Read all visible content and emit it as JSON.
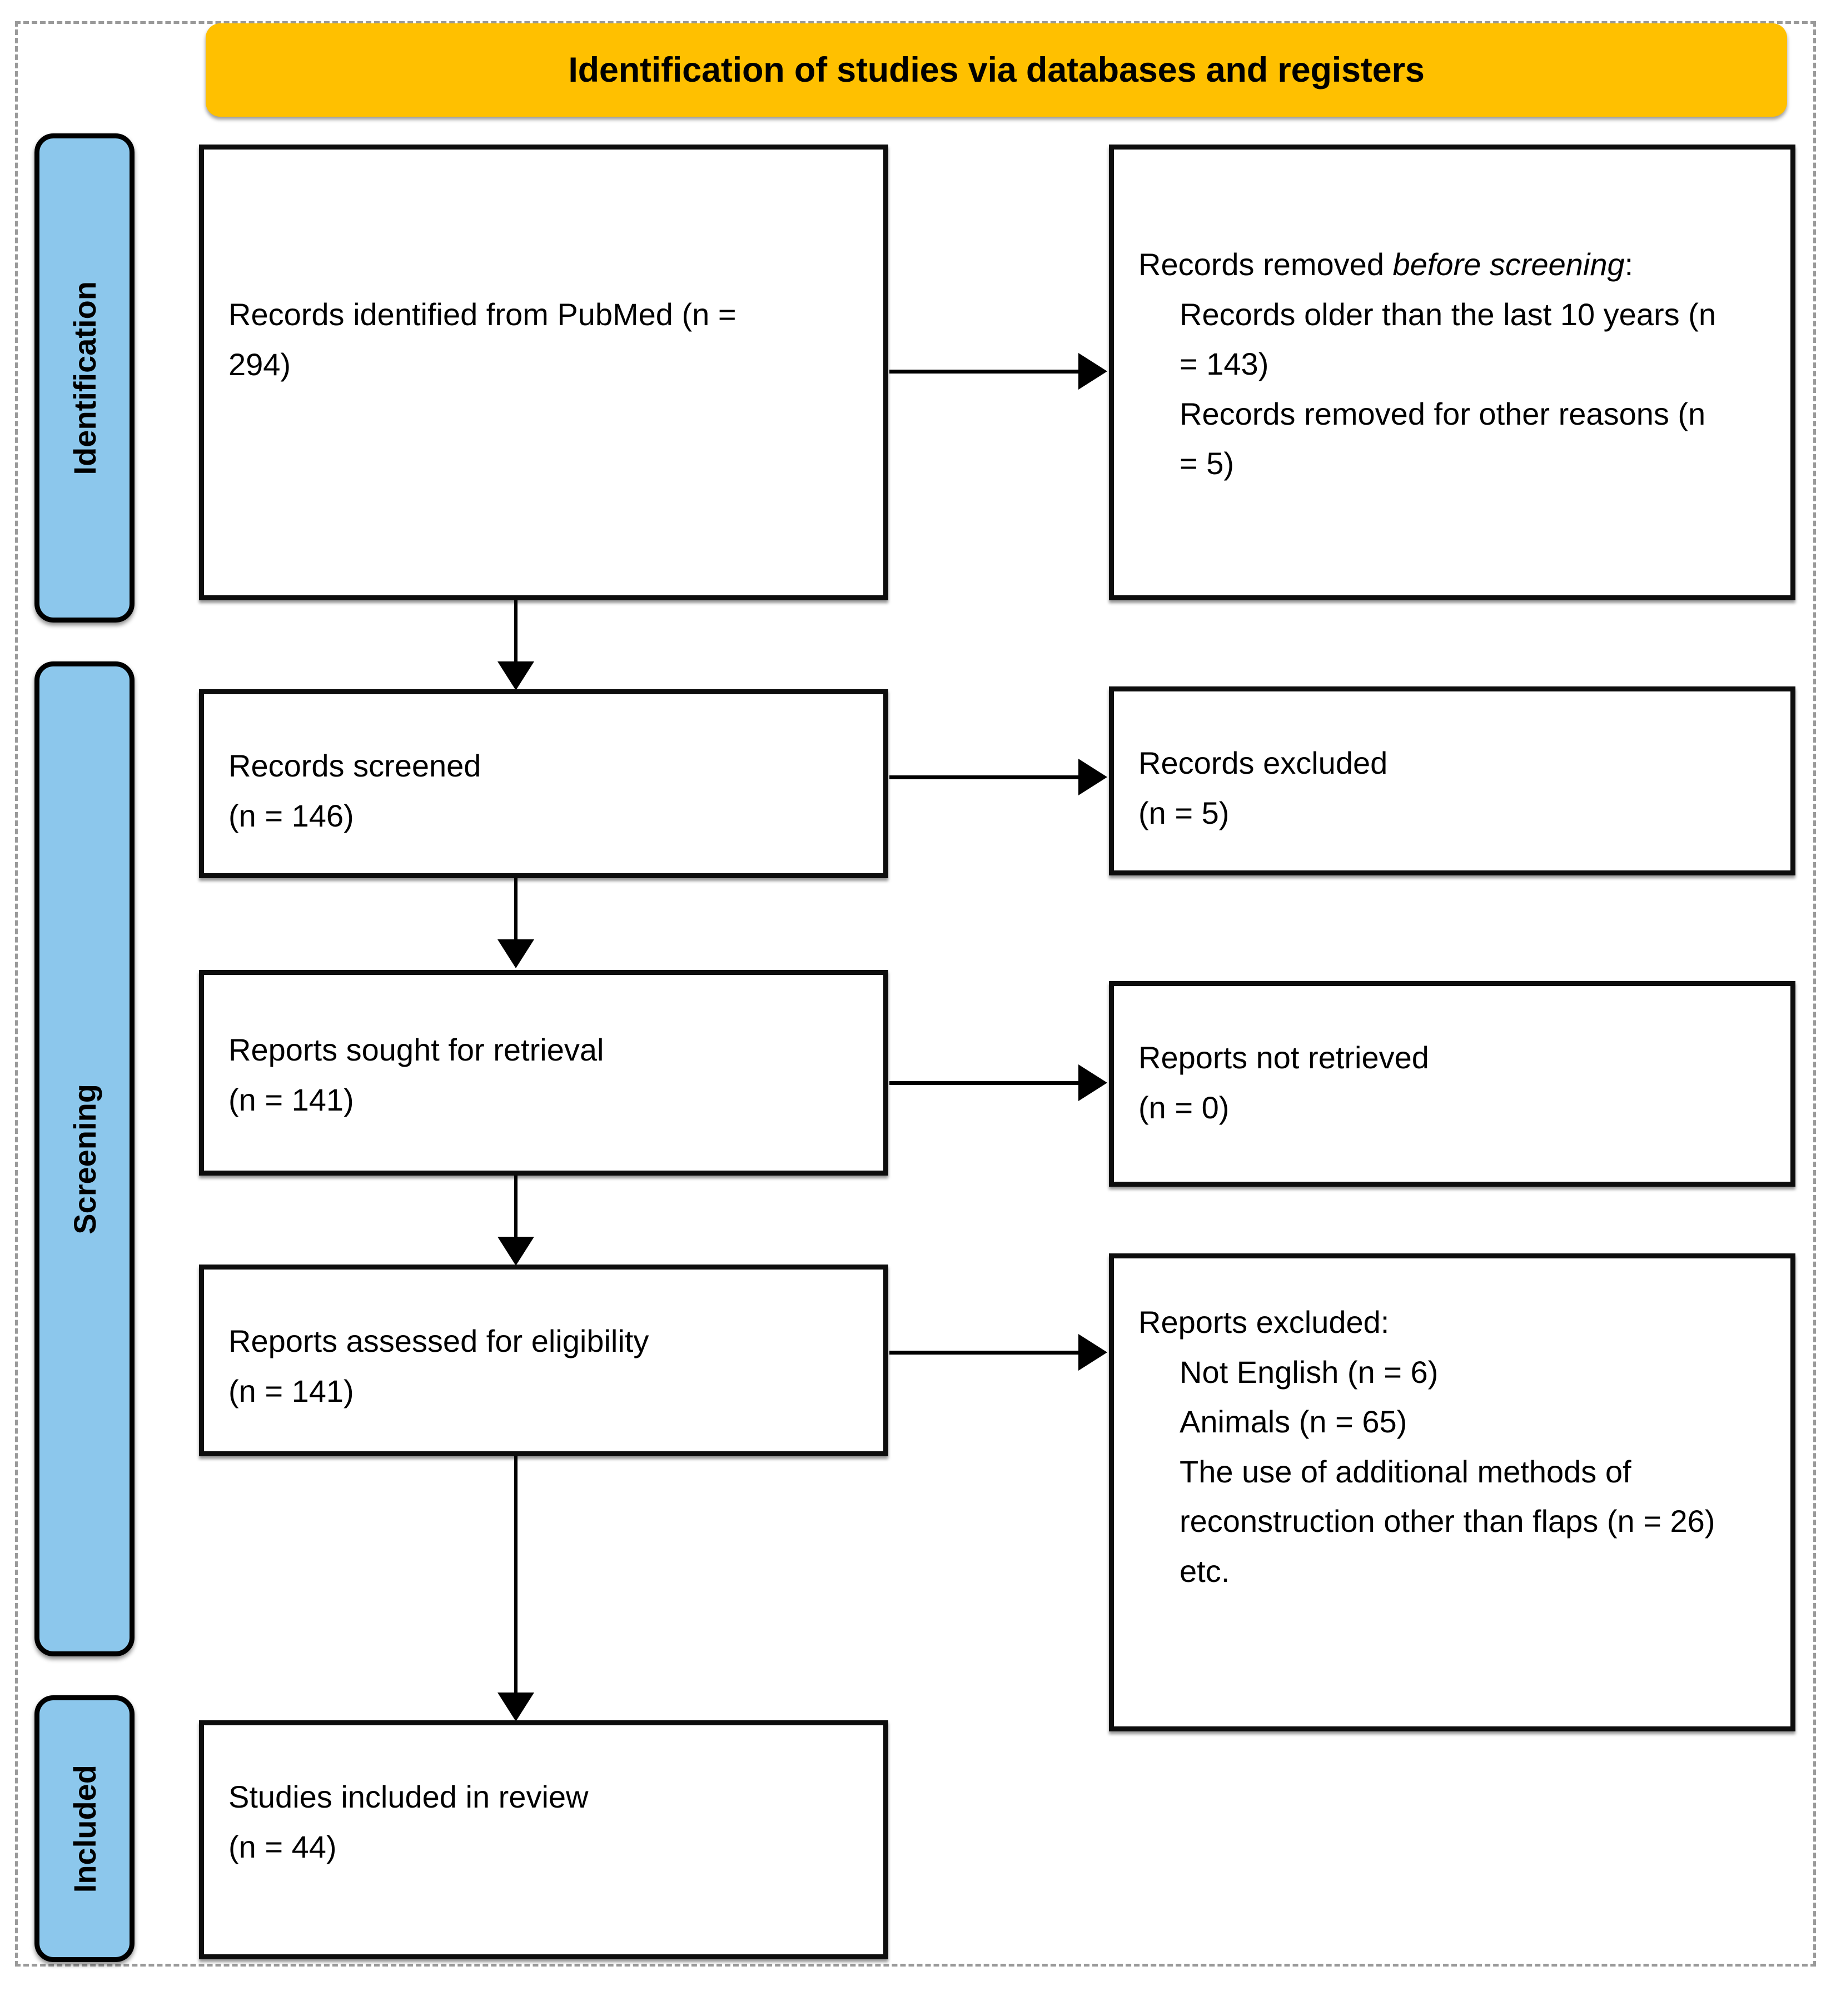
{
  "banner": {
    "title": "Identification of studies via databases and registers"
  },
  "stages": [
    {
      "key": "identification",
      "label": "Identification"
    },
    {
      "key": "screening",
      "label": "Screening"
    },
    {
      "key": "included",
      "label": "Included"
    }
  ],
  "boxes": {
    "identified": {
      "line1": "Records identified from PubMed  (n =",
      "line2": "294)"
    },
    "removed_before_screening": {
      "heading_plain": "Records removed ",
      "heading_italic": "before screening",
      "heading_colon": ":",
      "item1_line1": "Records older than the last 10 years (n",
      "item1_line2": "= 143)",
      "item2_line1": "Records removed for other reasons (n",
      "item2_line2": "= 5)"
    },
    "records_screened": {
      "line1": "Records screened",
      "line2": "(n = 146)"
    },
    "records_excluded": {
      "line1": "Records excluded",
      "line2": "(n = 5)"
    },
    "reports_sought": {
      "line1": "Reports sought for retrieval",
      "line2": "(n = 141)"
    },
    "reports_not_retrieved": {
      "line1": "Reports not retrieved",
      "line2": "(n = 0)"
    },
    "reports_assessed": {
      "line1": "Reports assessed  for eligibility",
      "line2": "(n = 141)"
    },
    "reports_excluded": {
      "heading": "Reports excluded:",
      "item1": "Not English (n = 6)",
      "item2": "Animals (n = 65)",
      "item3_line1": "The use of additional methods of",
      "item3_line2": "reconstruction other than flaps (n = 26)",
      "item4": "etc."
    },
    "studies_included": {
      "line1": "Studies included in review",
      "line2": "(n = 44)"
    }
  },
  "colors": {
    "banner_fill": "#FFC000",
    "stage_fill": "#8CC7EC",
    "box_border": "#0D0D0D",
    "frame_border": "#9A9A9A"
  },
  "chart_data": {
    "type": "flowchart",
    "title": "Identification of studies via databases and registers",
    "stages": [
      "Identification",
      "Screening",
      "Included"
    ],
    "nodes": [
      {
        "id": "identified",
        "stage": "Identification",
        "label": "Records identified from PubMed",
        "n": 294
      },
      {
        "id": "removed_before_screening",
        "stage": "Identification",
        "label": "Records removed before screening",
        "children": [
          {
            "label": "Records older than the last 10 years",
            "n": 143
          },
          {
            "label": "Records removed for other reasons",
            "n": 5
          }
        ]
      },
      {
        "id": "records_screened",
        "stage": "Screening",
        "label": "Records screened",
        "n": 146
      },
      {
        "id": "records_excluded",
        "stage": "Screening",
        "label": "Records excluded",
        "n": 5
      },
      {
        "id": "reports_sought",
        "stage": "Screening",
        "label": "Reports sought for retrieval",
        "n": 141
      },
      {
        "id": "reports_not_retrieved",
        "stage": "Screening",
        "label": "Reports not retrieved",
        "n": 0
      },
      {
        "id": "reports_assessed",
        "stage": "Screening",
        "label": "Reports assessed for eligibility",
        "n": 141
      },
      {
        "id": "reports_excluded",
        "stage": "Screening",
        "label": "Reports excluded",
        "children": [
          {
            "label": "Not English",
            "n": 6
          },
          {
            "label": "Animals",
            "n": 65
          },
          {
            "label": "The use of additional methods of reconstruction other than flaps",
            "n": 26
          },
          {
            "label": "etc.",
            "n": null
          }
        ]
      },
      {
        "id": "studies_included",
        "stage": "Included",
        "label": "Studies included in review",
        "n": 44
      }
    ],
    "edges": [
      {
        "from": "identified",
        "to": "removed_before_screening",
        "direction": "right"
      },
      {
        "from": "identified",
        "to": "records_screened",
        "direction": "down"
      },
      {
        "from": "records_screened",
        "to": "records_excluded",
        "direction": "right"
      },
      {
        "from": "records_screened",
        "to": "reports_sought",
        "direction": "down"
      },
      {
        "from": "reports_sought",
        "to": "reports_not_retrieved",
        "direction": "right"
      },
      {
        "from": "reports_sought",
        "to": "reports_assessed",
        "direction": "down"
      },
      {
        "from": "reports_assessed",
        "to": "reports_excluded",
        "direction": "right"
      },
      {
        "from": "reports_assessed",
        "to": "studies_included",
        "direction": "down"
      }
    ]
  }
}
